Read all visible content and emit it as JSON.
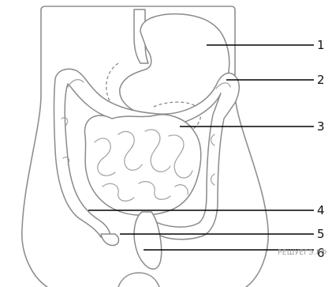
{
  "labels": [
    "1",
    "2",
    "3",
    "4",
    "5",
    "6"
  ],
  "watermark": "РЕШУЕГЭ.РФ",
  "colors": {
    "outline": "#8f8f8f",
    "leader": "#000000",
    "label": "#111111"
  }
}
